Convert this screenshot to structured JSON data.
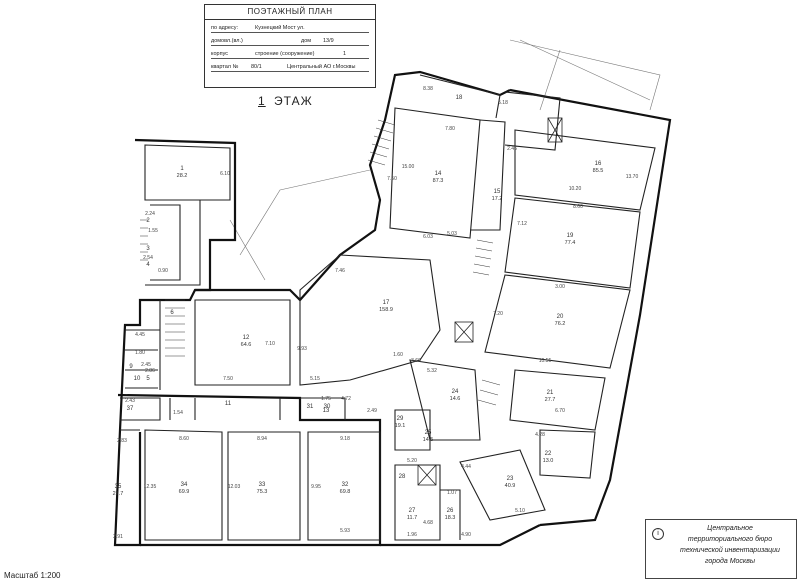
{
  "title_block": {
    "heading": "ПОЭТАЖНЫЙ ПЛАН",
    "address_label": "по адресу:",
    "address_value": "Кузнецкий Мост ул.",
    "house_label": "домовл.(вл.)",
    "house_value": "",
    "dom_label": "дом",
    "dom_value": "13/9",
    "korpus_label": "корпус",
    "building_label": "строение (сооружение)",
    "building_value": "1",
    "quarter_label": "квартал №",
    "quarter_value": "80/1",
    "district_value": "Центральный АО г.Москвы"
  },
  "floor_label": {
    "number": "1",
    "text": "ЭТАЖ"
  },
  "scale_text": "Масштаб 1:200",
  "org_stamp": {
    "icon": "info-icon",
    "lines": [
      "Центральное",
      "территориального бюро",
      "технической инвентаризации",
      "города Москвы"
    ]
  },
  "rooms": [
    {
      "id": "1",
      "number": "1",
      "area": "28.2"
    },
    {
      "id": "2",
      "number": "2",
      "area": ""
    },
    {
      "id": "3",
      "number": "3",
      "area": ""
    },
    {
      "id": "4",
      "number": "4",
      "area": ""
    },
    {
      "id": "5",
      "number": "5",
      "area": ""
    },
    {
      "id": "6",
      "number": "6",
      "area": ""
    },
    {
      "id": "9",
      "number": "9",
      "area": ""
    },
    {
      "id": "10",
      "number": "10",
      "area": ""
    },
    {
      "id": "11",
      "number": "11",
      "area": ""
    },
    {
      "id": "12",
      "number": "12",
      "area": "64.6"
    },
    {
      "id": "13",
      "number": "13",
      "area": ""
    },
    {
      "id": "14",
      "number": "14",
      "area": "87.3"
    },
    {
      "id": "15",
      "number": "15",
      "area": "17.2"
    },
    {
      "id": "16",
      "number": "16",
      "area": "85.5"
    },
    {
      "id": "17",
      "number": "17",
      "area": "158.9"
    },
    {
      "id": "18",
      "number": "18",
      "area": ""
    },
    {
      "id": "19",
      "number": "19",
      "area": "77.4"
    },
    {
      "id": "20",
      "number": "20",
      "area": "76.2"
    },
    {
      "id": "21",
      "number": "21",
      "area": "27.7"
    },
    {
      "id": "22",
      "number": "22",
      "area": "13.0"
    },
    {
      "id": "23",
      "number": "23",
      "area": "40.9"
    },
    {
      "id": "24",
      "number": "24",
      "area": "14.6"
    },
    {
      "id": "25",
      "number": "25",
      "area": "14.5"
    },
    {
      "id": "26",
      "number": "26",
      "area": "18.3"
    },
    {
      "id": "27",
      "number": "27",
      "area": "11.7"
    },
    {
      "id": "28",
      "number": "28",
      "area": ""
    },
    {
      "id": "29",
      "number": "29",
      "area": "19.1"
    },
    {
      "id": "30",
      "number": "30",
      "area": ""
    },
    {
      "id": "31",
      "number": "31",
      "area": ""
    },
    {
      "id": "32",
      "number": "32",
      "area": "69.8"
    },
    {
      "id": "33",
      "number": "33",
      "area": "75.3"
    },
    {
      "id": "34",
      "number": "34",
      "area": "69.9"
    },
    {
      "id": "35",
      "number": "35",
      "area": "27.7"
    },
    {
      "id": "37",
      "number": "37",
      "area": ""
    }
  ],
  "dimensions": [
    "7.80",
    "2.46",
    "5.18",
    "8.38",
    "10.20",
    "7.12",
    "8.60",
    "15.00",
    "13.70",
    "5.03",
    "7.46",
    "6.03",
    "3.00",
    "10.55",
    "7.50",
    "5.15",
    "8.60",
    "8.94",
    "9.18",
    "12.35",
    "12.03",
    "9.95",
    "5.93",
    "4.90",
    "2.91",
    "1.96",
    "5.20",
    "4.44",
    "6.70",
    "4.28",
    "1.07",
    "5.10",
    "5.32",
    "3.60",
    "1.60",
    "1.75",
    "4.72",
    "2.49",
    "1.54",
    "2.43",
    "2.83",
    "2.54",
    "2.24",
    "1.55",
    "4.45",
    "1.80",
    "2.45",
    "2.86",
    "0.90",
    "6.10",
    "7.10",
    "9.93",
    "4.68",
    "7.20",
    "7.50"
  ]
}
